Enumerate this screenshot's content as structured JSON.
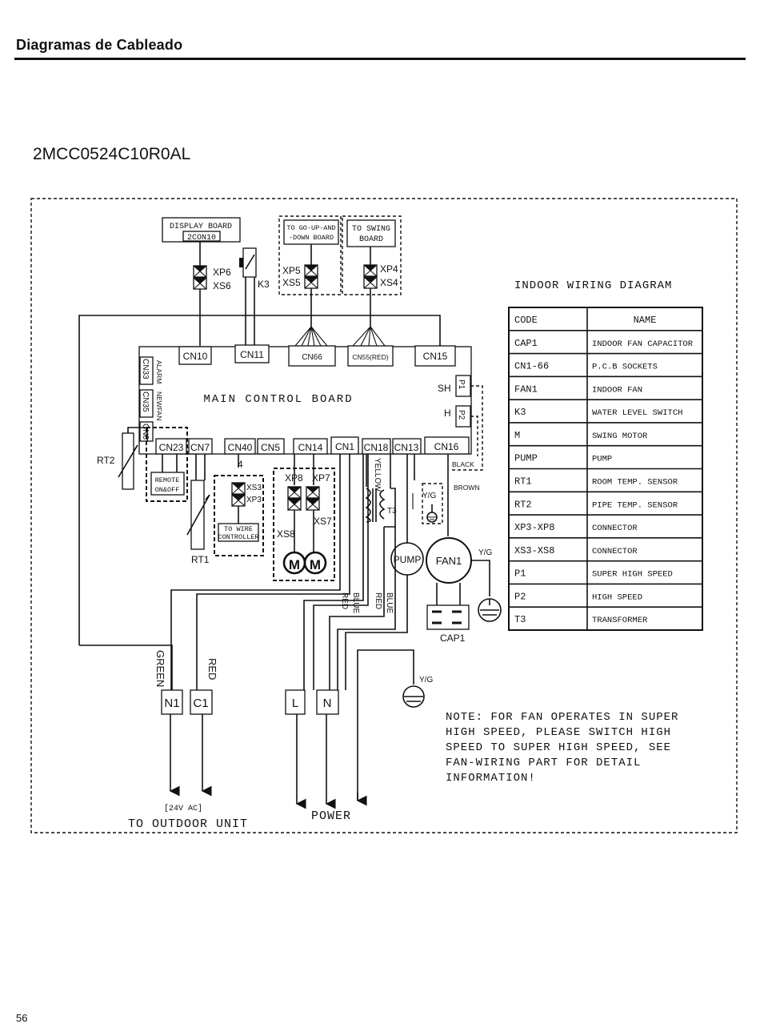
{
  "header": {
    "title": "Diagramas de Cableado",
    "model": "2MCC0524C10R0AL",
    "page_number": "56"
  },
  "diagram": {
    "title": "INDOOR WIRING DIAGRAM",
    "main_board": "MAIN CONTROL BOARD",
    "display_board": "DISPLAY BOARD",
    "display_conn": "2CON10",
    "go_up_board_l1": "TO GO-UP-AND",
    "go_up_board_l2": "-DOWN BOARD",
    "swing_board_l1": "TO SWING",
    "swing_board_l2": "BOARD",
    "xp6": "XP6",
    "xs6": "XS6",
    "k3": "K3",
    "xp5": "XP5",
    "xs5": "XS5",
    "xp4": "XP4",
    "xs4": "XS4",
    "cn10": "CN10",
    "cn11": "CN11",
    "cn66": "CN66",
    "cn55": "CN55(RED)",
    "cn15": "CN15",
    "cn33": "CN33",
    "alarm": "ALARM",
    "cn35": "CN35",
    "newfan": "NEWFAN",
    "cn8": "CN8",
    "sh": "SH",
    "h": "H",
    "p1": "P1",
    "p2": "P2",
    "cn23": "CN23",
    "cn7": "CN7",
    "cn40": "CN40",
    "cn5": "CN5",
    "cn14": "CN14",
    "cn1": "CN1",
    "cn18": "CN18",
    "cn13": "CN13",
    "cn16": "CN16",
    "rt2": "RT2",
    "rt1": "RT1",
    "remote_l1": "REMOTE",
    "remote_l2": "ON&OFF",
    "num4": "4",
    "xs3": "XS3",
    "xp3": "XP3",
    "wire_ctrl_l1": "TO WIRE",
    "wire_ctrl_l2": "CONTROLLER",
    "xp8": "XP8",
    "xp7": "XP7",
    "xs8": "XS8",
    "xs7": "XS7",
    "m": "M",
    "yellow": "YELLOW",
    "t3": "T3",
    "yg": "Y/G",
    "black": "BLACK",
    "brown": "BROWN",
    "pump": "PUMP",
    "fan1": "FAN1",
    "cap1": "CAP1",
    "red": "RED",
    "blue": "BLUE",
    "green": "GREEN",
    "n1": "N1",
    "c1": "C1",
    "l": "L",
    "n": "N",
    "v24": "[24V AC]",
    "to_outdoor": "TO OUTDOOR UNIT",
    "power": "POWER",
    "note": [
      "NOTE: FOR FAN OPERATES IN SUPER",
      "HIGH SPEED, PLEASE SWITCH HIGH",
      "SPEED TO SUPER HIGH SPEED, SEE",
      "FAN-WIRING PART FOR DETAIL",
      "INFORMATION!"
    ]
  },
  "legend": {
    "headers": [
      "CODE",
      "NAME"
    ],
    "rows": [
      {
        "code": "CAP1",
        "name": "INDOOR FAN CAPACITOR"
      },
      {
        "code": "CN1-66",
        "name": "P.C.B  SOCKETS"
      },
      {
        "code": "FAN1",
        "name": "INDOOR FAN"
      },
      {
        "code": "K3",
        "name": "WATER LEVEL SWITCH"
      },
      {
        "code": "M",
        "name": "SWING MOTOR"
      },
      {
        "code": "PUMP",
        "name": "PUMP"
      },
      {
        "code": "RT1",
        "name": "ROOM TEMP.  SENSOR"
      },
      {
        "code": "RT2",
        "name": "PIPE TEMP.  SENSOR"
      },
      {
        "code": "XP3-XP8",
        "name": "CONNECTOR"
      },
      {
        "code": "XS3-XS8",
        "name": "CONNECTOR"
      },
      {
        "code": "P1",
        "name": "SUPER  HIGH SPEED"
      },
      {
        "code": "P2",
        "name": "HIGH SPEED"
      },
      {
        "code": "T3",
        "name": "TRANSFORMER"
      }
    ]
  }
}
